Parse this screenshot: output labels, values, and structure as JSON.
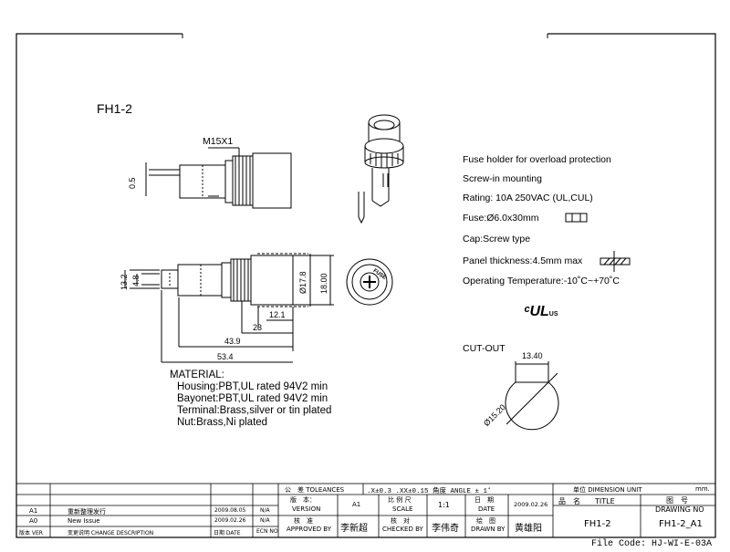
{
  "header": {
    "model": "FH1-2"
  },
  "side_view": {
    "thread_label": "M15X1",
    "dim_small": "0.5"
  },
  "top_view": {
    "dim_13_2": "13.2",
    "dim_4_8": "4.8",
    "dim_17_8": "Ø17.8",
    "dim_18": "18.00",
    "dim_12_1": "12.1",
    "dim_23": "23",
    "dim_43_9": "43.9",
    "dim_53_4": "53.4"
  },
  "cap_view": {
    "cap_text": "FUSE"
  },
  "specs": {
    "line1": "Fuse holder for overload protection",
    "line2": "Screw-in mounting",
    "line3": "Rating: 10A 250VAC (UL,CUL)",
    "line4": "Fuse:Ø6.0x30mm",
    "line5": "Cap:Screw type",
    "line6": "Panel thickness:4.5mm max",
    "line7": "Operating Temperature:-10˚C~+70˚C",
    "ul_main": "ᶜUL",
    "ul_suffix": "US"
  },
  "cutout": {
    "title": "CUT-OUT",
    "width": "13.40",
    "diameter": "Ø15.20"
  },
  "material": {
    "title": "MATERIAL:",
    "housing": "Housing:PBT,UL rated 94V2 min",
    "bayonet": "Bayonet:PBT,UL rated 94V2 min",
    "terminal": "Terminal:Brass,silver or tin plated",
    "nut": "Nut:Brass,Ni plated"
  },
  "title_block": {
    "tolerances_label": "公　差  TOLEANCES",
    "tolerance_values": ".X±0.3  .XX±0.15  角度 ANGLE ± 1˚",
    "unit_label": "单位  DIMENSION UNIT",
    "unit_value": "mm.",
    "version_label_cn": "版　本：",
    "version_label_en": "VERSION",
    "version_value": "A1",
    "scale_label_cn": "比 例 尺",
    "scale_label_en": "SCALE",
    "scale_value": "1:1",
    "date_label_cn": "日　期",
    "date_label_en": "DATE",
    "date_value": "2009.02.26",
    "title_label": "品　名　　TITLE",
    "drawing_no_label_cn": "图　号",
    "drawing_no_label_en": "DRAWING NO",
    "approved_cn": "核　准",
    "approved_en": "APPROVED BY",
    "approved_name": "李新超",
    "checked_cn": "核　对",
    "checked_en": "CHECKED BY",
    "checked_name": "李伟奇",
    "drawn_cn": "绘　图",
    "drawn_en": "DRAWN BY",
    "drawn_name": "黄雄阳",
    "title_value": "FH1-2",
    "drawing_no_value": "FH1-2_A1",
    "revisions": [
      {
        "ver": "A1",
        "desc": "重新整理发行",
        "date": "2009.08.05",
        "ecn": "N/A"
      },
      {
        "ver": "A0",
        "desc": "New Issue",
        "date": "2009.02.26",
        "ecn": "N/A"
      }
    ],
    "rev_header": {
      "ver": "版本 VER",
      "desc": "变更说明  CHANGE DESCRIPTION",
      "date": "日期 DATE",
      "ecn": "ECN NO"
    }
  },
  "footer": {
    "file_code": "File Code: HJ-WI-E-03A"
  }
}
